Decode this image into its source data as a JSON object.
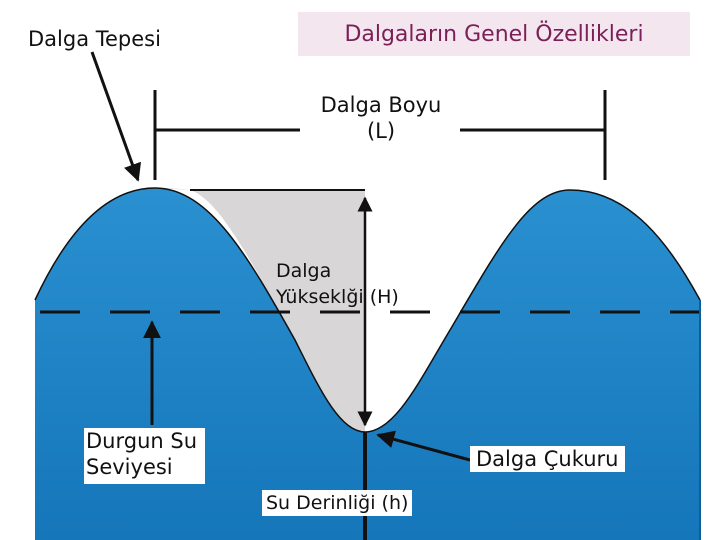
{
  "title": "Dalgaların Genel Özellikleri",
  "labels": {
    "crest": "Dalga Tepesi",
    "wavelength_line1": "Dalga Boyu",
    "wavelength_line2": "(L)",
    "height_line1": "Dalga",
    "height_line2": "Yükseklği (H)",
    "still_water_line1": "Durgun Su",
    "still_water_line2": "Seviyesi",
    "trough": "Dalga Çukuru",
    "depth": "Su Derinliği (h)"
  },
  "colors": {
    "water": "#1a86c9",
    "water_deep": "#1378bd",
    "wave_height_fill": "#d9d6d8",
    "line": "#111111",
    "title_bg": "#f4e6ee",
    "title_text": "#7a1f58"
  }
}
